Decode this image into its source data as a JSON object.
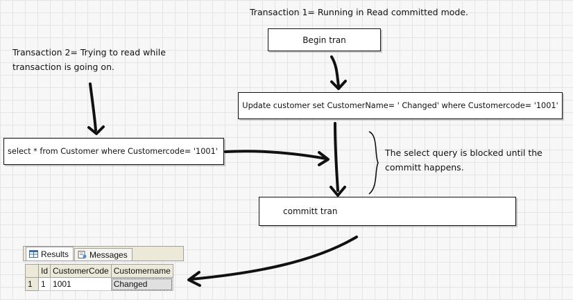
{
  "notes": {
    "transaction1": "Transaction 1= Running in Read committed mode.",
    "transaction2": "Transaction 2= Trying to read while transaction is going on.",
    "blocked": "The select query is blocked until the committ happens."
  },
  "boxes": {
    "begin_tran": "Begin tran",
    "update": "Update customer set CustomerName= ' Changed' where Customercode= '1001'",
    "select": "select * from Customer where Customercode= '1001'",
    "commit": "committ tran"
  },
  "results": {
    "tabs": [
      {
        "label": "Results",
        "icon": "grid-icon"
      },
      {
        "label": "Messages",
        "icon": "messages-icon"
      }
    ],
    "columns": [
      "",
      "Id",
      "CustomerCode",
      "Customername"
    ],
    "rows": [
      [
        "1",
        "1",
        "1001",
        "Changed"
      ]
    ]
  }
}
